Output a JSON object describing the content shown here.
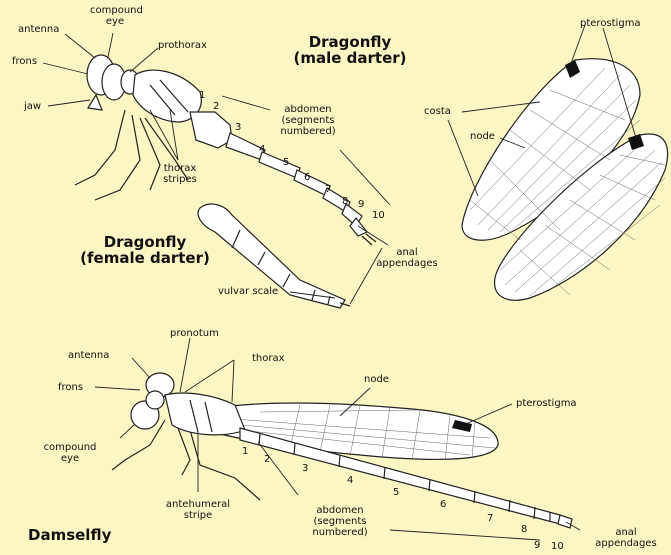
{
  "titles": {
    "male": [
      "Dragonfly",
      "(male darter)"
    ],
    "female": [
      "Dragonfly",
      "(female darter)"
    ],
    "damsel": "Damselfly"
  },
  "dragonfly_labels": {
    "antenna": "antenna",
    "compound_eye": [
      "compound",
      "eye"
    ],
    "frons": "frons",
    "jaw": "jaw",
    "prothorax": "prothorax",
    "thorax_stripes": [
      "thorax",
      "stripes"
    ],
    "abdomen": [
      "abdomen",
      "(segments",
      "numbered)"
    ],
    "anal_appendages": [
      "anal",
      "appendages"
    ],
    "vulvar_scale": "vulvar scale",
    "pterostigma": "pterostigma",
    "costa": "costa",
    "node": "node",
    "segments": [
      "1",
      "2",
      "3",
      "4",
      "5",
      "6",
      "7",
      "8",
      "9",
      "10"
    ]
  },
  "damselfly_labels": {
    "pronotum": "pronotum",
    "thorax": "thorax",
    "antenna": "antenna",
    "frons": "frons",
    "compound_eye": [
      "compound",
      "eye"
    ],
    "node": "node",
    "pterostigma": "pterostigma",
    "antehumeral_stripe": [
      "antehumeral",
      "stripe"
    ],
    "abdomen": [
      "abdomen",
      "(segments",
      "numbered)"
    ],
    "anal_appendages": [
      "anal",
      "appendages"
    ],
    "segments": [
      "1",
      "2",
      "3",
      "4",
      "5",
      "6",
      "7",
      "8",
      "9",
      "10"
    ]
  },
  "colors": {
    "background": "#fcf6c4",
    "body": "#ffffff",
    "line": "#222222",
    "wing_vein": "#555555",
    "pterostigma": "#111111"
  }
}
